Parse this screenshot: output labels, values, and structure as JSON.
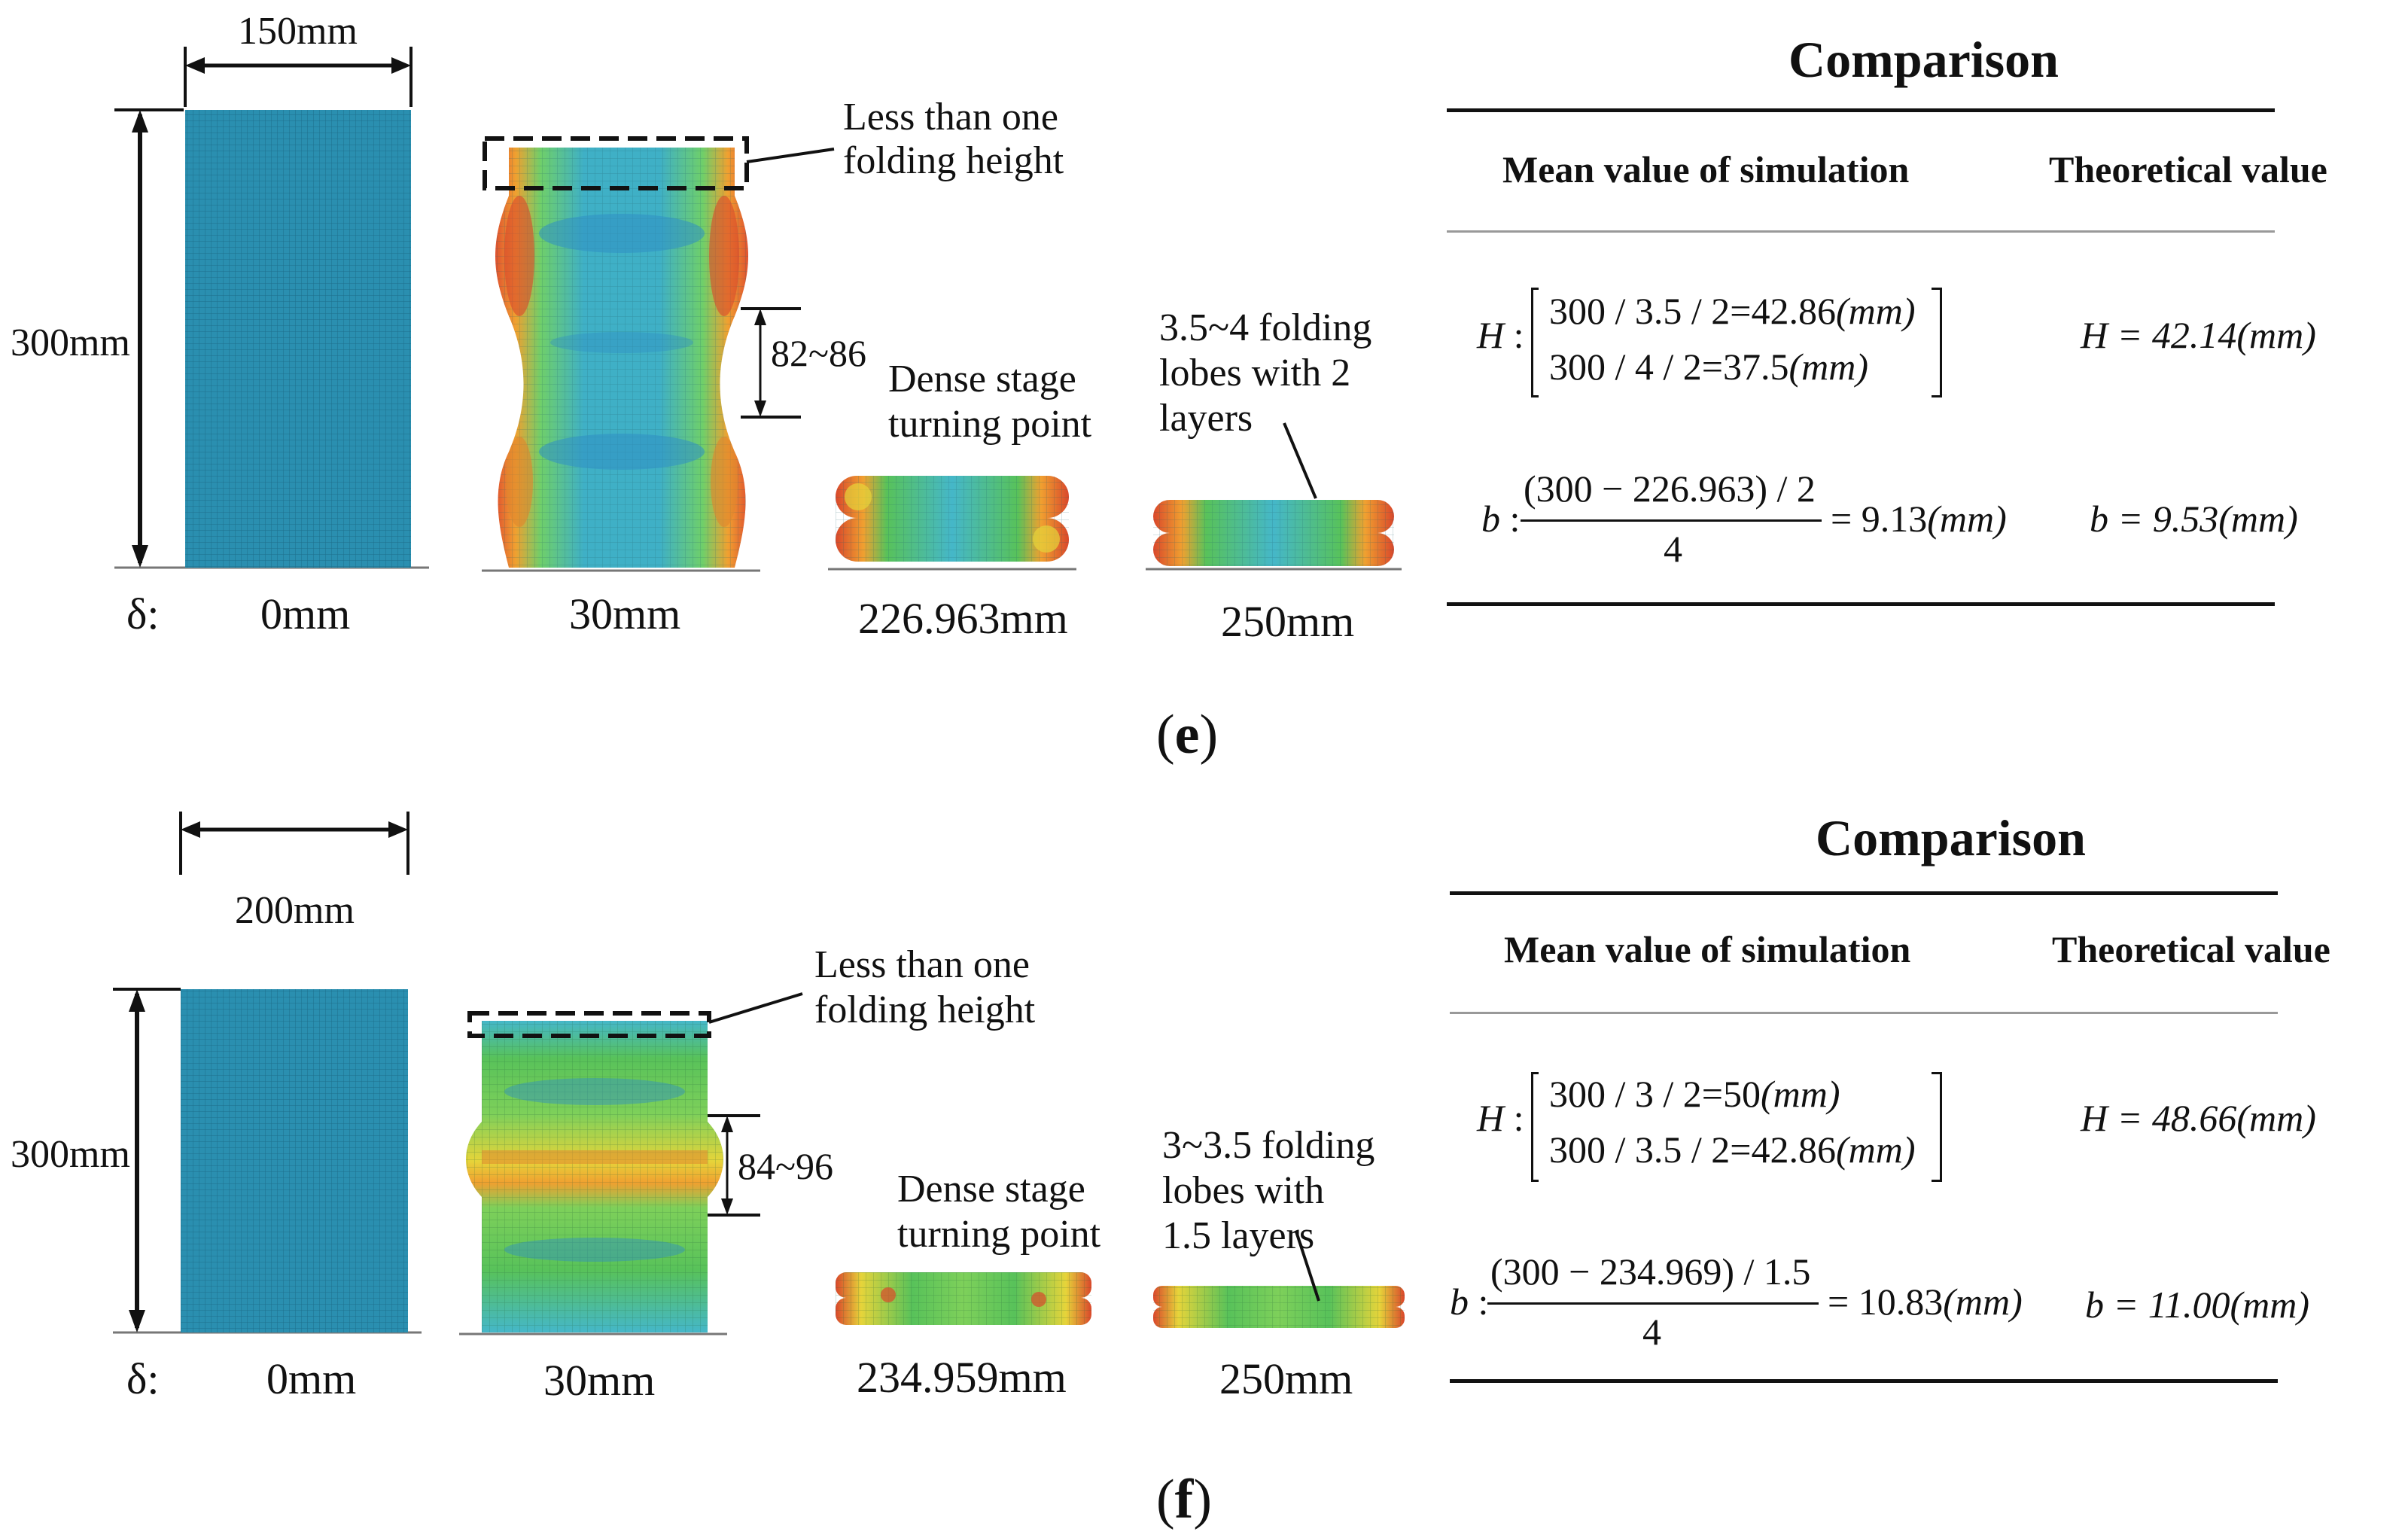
{
  "panels": [
    {
      "label_open": "(",
      "label_letter": "e",
      "label_close": ")",
      "width_dim": "150mm",
      "height_dim": "300mm",
      "delta_label": "δ:",
      "stages": [
        "0mm",
        "30mm",
        "226.963mm",
        "250mm"
      ],
      "annotation_top_line1": "Less than one",
      "annotation_top_line2": "folding height",
      "fold_range": "82~86",
      "dense_line1": "Dense stage",
      "dense_line2": "turning point",
      "lobes_line1": "3.5~4 folding",
      "lobes_line2": "lobes with 2",
      "lobes_line3": "layers",
      "table": {
        "title": "Comparison",
        "col_sim": "Mean value of simulation",
        "col_theo": "Theoretical value",
        "h_var": "H",
        "h_sim_1": "300 / 3.5 / 2=42.86",
        "h_sim_2": "300 / 4 / 2=37.5",
        "h_theo": "H = 42.14",
        "b_var": "b",
        "b_num": "(300 − 226.963) / 2",
        "b_den": "4",
        "b_res": "= 9.13",
        "b_theo": "b = 9.53",
        "unit": "(mm)"
      }
    },
    {
      "label_open": "(",
      "label_letter": "f",
      "label_close": ")",
      "width_dim": "200mm",
      "height_dim": "300mm",
      "delta_label": "δ:",
      "stages": [
        "0mm",
        "30mm",
        "234.959mm",
        "250mm"
      ],
      "annotation_top_line1": "Less than one",
      "annotation_top_line2": "folding height",
      "fold_range": "84~96",
      "dense_line1": "Dense stage",
      "dense_line2": "turning point",
      "lobes_line1": "3~3.5 folding",
      "lobes_line2": "lobes with",
      "lobes_line3": "1.5 layers",
      "table": {
        "title": "Comparison",
        "col_sim": "Mean value of simulation",
        "col_theo": "Theoretical value",
        "h_var": "H",
        "h_sim_1": "300 / 3 / 2=50",
        "h_sim_2": "300 / 3.5 / 2=42.86",
        "h_theo": "H = 48.66",
        "b_var": "b",
        "b_num": "(300 − 234.969) / 1.5",
        "b_den": "4",
        "b_res": "= 10.83",
        "b_theo": "b = 11.00",
        "unit": "(mm)"
      }
    }
  ],
  "colors": {
    "mesh_blue": "#2a8fb0",
    "mesh_green": "#58c25a",
    "mesh_cyan": "#45b7c9",
    "fold_red": "#d9482b",
    "fold_orange": "#f0a030",
    "fold_yellow": "#e6d43a"
  }
}
